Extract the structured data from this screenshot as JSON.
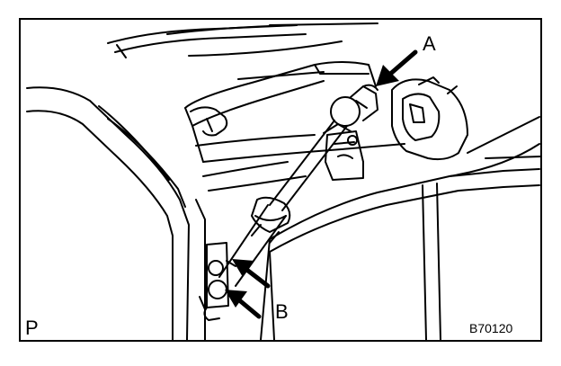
{
  "labels": {
    "a": "A",
    "b": "B",
    "view": "P",
    "figure_code": "B70120"
  },
  "colors": {
    "line": "#000000",
    "background": "#ffffff"
  },
  "icons": [
    "arrow-a-icon",
    "arrow-b-upper-icon",
    "arrow-b-lower-icon"
  ]
}
